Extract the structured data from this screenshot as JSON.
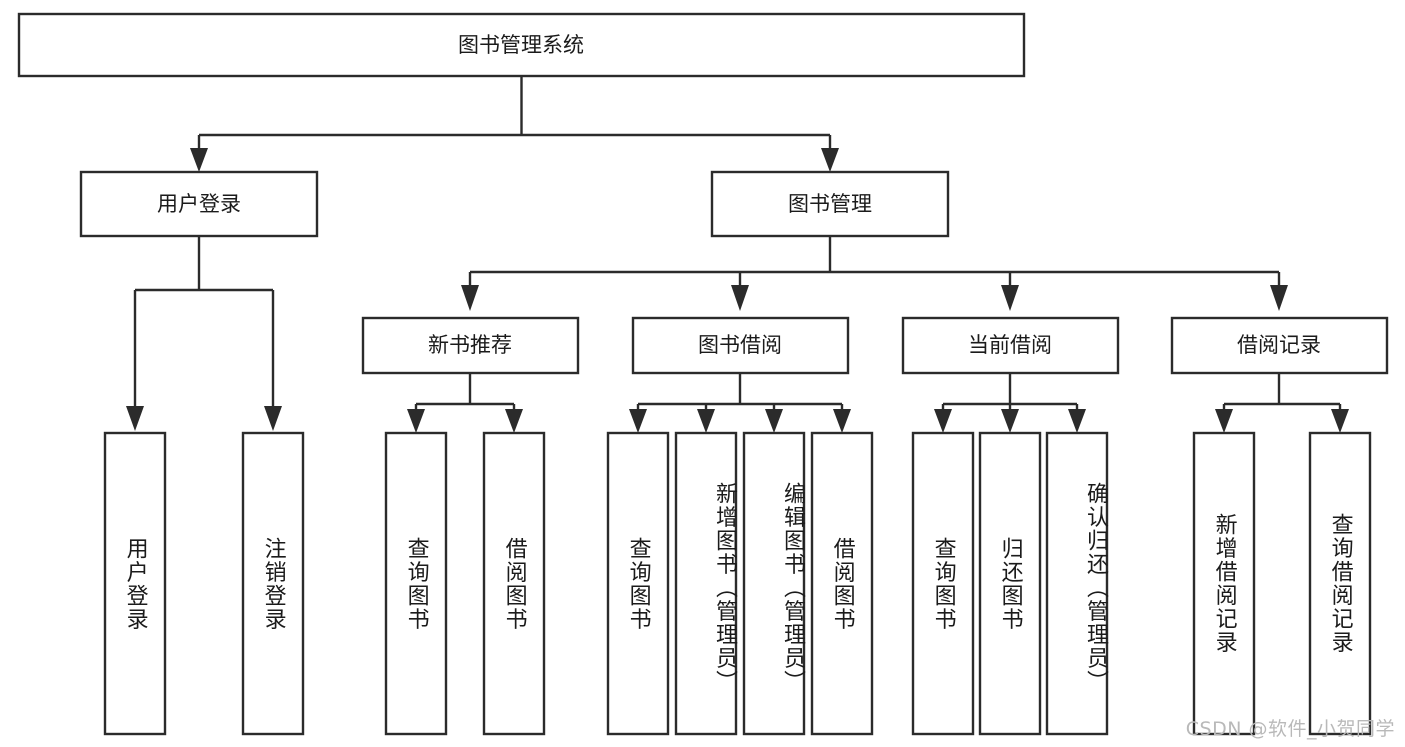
{
  "diagram": {
    "type": "tree-hierarchy",
    "title": "图书管理系统",
    "root": {
      "label": "图书管理系统"
    },
    "level1": [
      {
        "id": "user-login",
        "label": "用户登录"
      },
      {
        "id": "book-management",
        "label": "图书管理"
      }
    ],
    "level2": [
      {
        "id": "new-book-recommend",
        "label": "新书推荐",
        "parent": "book-management"
      },
      {
        "id": "book-borrow",
        "label": "图书借阅",
        "parent": "book-management"
      },
      {
        "id": "current-borrow",
        "label": "当前借阅",
        "parent": "book-management"
      },
      {
        "id": "borrow-record",
        "label": "借阅记录",
        "parent": "book-management"
      }
    ],
    "leaves": [
      {
        "id": "leaf-user-login",
        "label": "用户登录",
        "parent": "user-login"
      },
      {
        "id": "leaf-logout-login",
        "label": "注销登录",
        "parent": "user-login"
      },
      {
        "id": "leaf-query-book-1",
        "label": "查询图书",
        "parent": "new-book-recommend"
      },
      {
        "id": "leaf-borrow-book-1",
        "label": "借阅图书",
        "parent": "new-book-recommend"
      },
      {
        "id": "leaf-query-book-2",
        "label": "查询图书",
        "parent": "book-borrow"
      },
      {
        "id": "leaf-add-book",
        "label": "新增图书（管理员）",
        "parent": "book-borrow"
      },
      {
        "id": "leaf-edit-book",
        "label": "编辑图书（管理员）",
        "parent": "book-borrow"
      },
      {
        "id": "leaf-borrow-book-2",
        "label": "借阅图书",
        "parent": "book-borrow"
      },
      {
        "id": "leaf-query-book-3",
        "label": "查询图书",
        "parent": "current-borrow"
      },
      {
        "id": "leaf-return-book",
        "label": "归还图书",
        "parent": "current-borrow"
      },
      {
        "id": "leaf-confirm-return",
        "label": "确认归还（管理员）",
        "parent": "current-borrow"
      },
      {
        "id": "leaf-add-record",
        "label": "新增借阅记录",
        "parent": "borrow-record"
      },
      {
        "id": "leaf-query-record",
        "label": "查询借阅记录",
        "parent": "borrow-record"
      }
    ],
    "colors": {
      "stroke": "#2b2b2b",
      "fill": "#ffffff",
      "text": "#1b1b1b",
      "watermark": "#b9b9b9"
    }
  },
  "watermark": {
    "text": "CSDN @软件_小贺同学"
  }
}
